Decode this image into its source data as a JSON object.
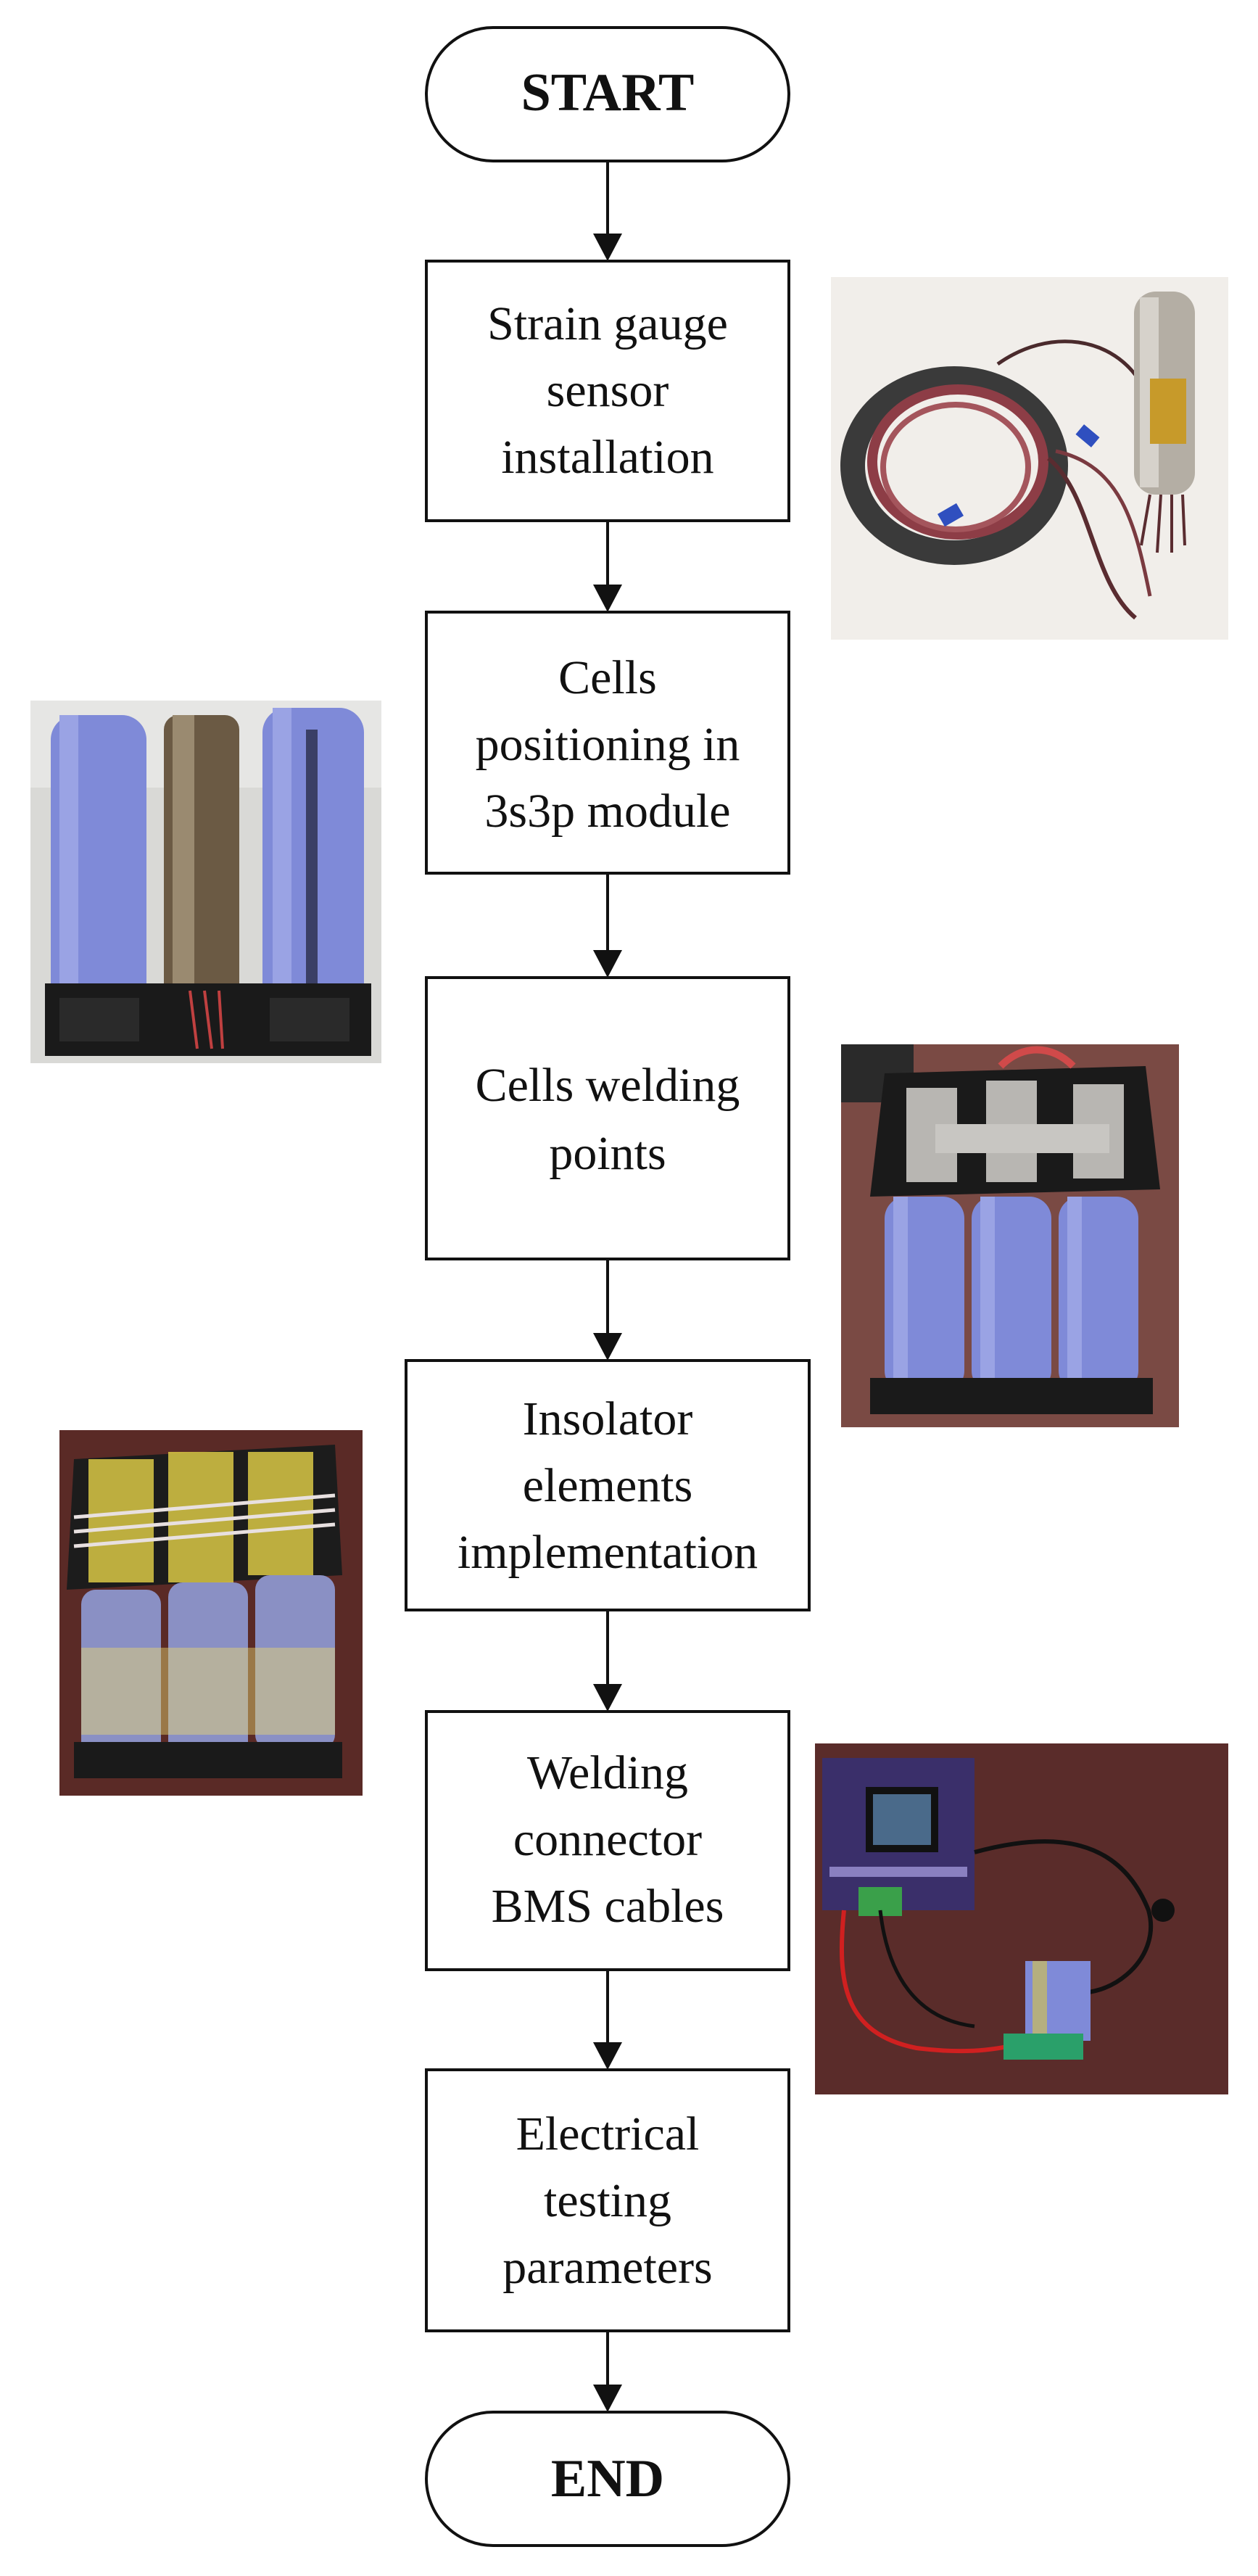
{
  "diagram": {
    "start": "START",
    "end": "END",
    "steps": [
      {
        "lines": [
          "Strain gauge",
          "sensor",
          "installation"
        ]
      },
      {
        "lines": [
          "Cells",
          "positioning in",
          "3s3p module"
        ]
      },
      {
        "lines": [
          "Cells welding",
          "points"
        ]
      },
      {
        "lines": [
          "Insolator",
          "elements",
          "implementation"
        ]
      },
      {
        "lines": [
          "Welding",
          "connector",
          "BMS cables"
        ]
      },
      {
        "lines": [
          "Electrical",
          "testing",
          "parameters"
        ]
      }
    ],
    "photos": [
      {
        "name": "strain-gauge-wires-photo",
        "bg": "#f1eeea"
      },
      {
        "name": "cells-in-holder-photo",
        "bg": "#d9d9d6"
      },
      {
        "name": "welded-cells-photo",
        "bg": "#7a4a44"
      },
      {
        "name": "insulated-module-photo",
        "bg": "#5a2a26"
      },
      {
        "name": "electronic-load-setup-photo",
        "bg": "#5a2c2a"
      }
    ],
    "colors": {
      "stroke": "#111111",
      "fill": "#ffffff",
      "cell": "#7f8ad8",
      "cell_dark": "#5e67b8",
      "holder": "#1a1a1a"
    }
  }
}
